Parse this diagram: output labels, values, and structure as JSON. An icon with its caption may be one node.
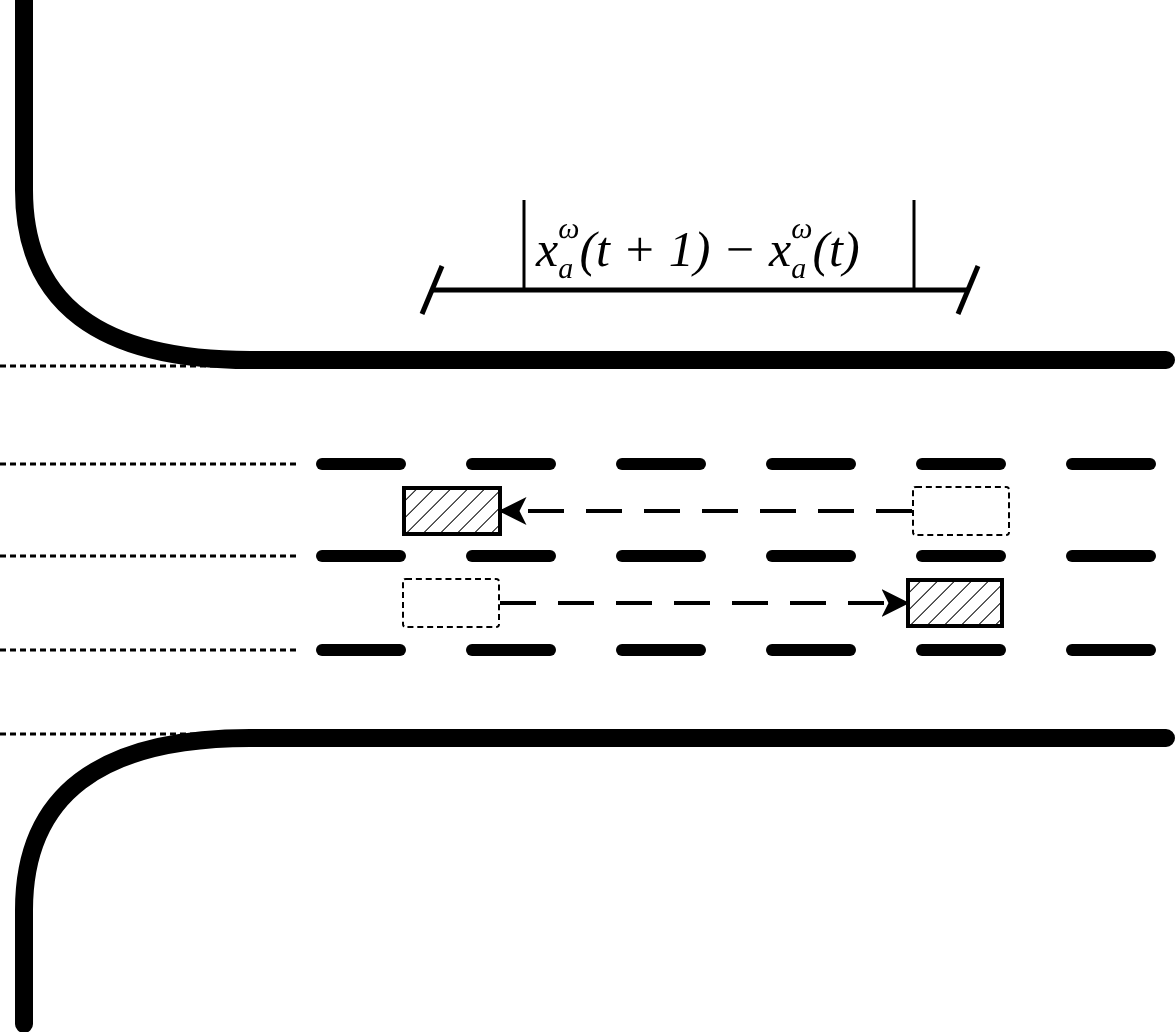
{
  "diagram": {
    "nodes": [
      {
        "text": [],
        "shape": "box"
      },
      {
        "text": [],
        "shape": "box"
      },
      {
        "text": [],
        "shape": "box"
      },
      {
        "text": [],
        "shape": "box"
      }
    ],
    "edges": [
      {
        "from": 1,
        "to": 0,
        "arrow": "to",
        "style": "dashed"
      },
      {
        "from": 2,
        "to": 3,
        "arrow": "to",
        "style": "dashed"
      }
    ],
    "labels": [
      "x$_{a}$$^{ω}$(t + 1) − x$_{a}$$^{ω}$(t)"
    ]
  }
}
